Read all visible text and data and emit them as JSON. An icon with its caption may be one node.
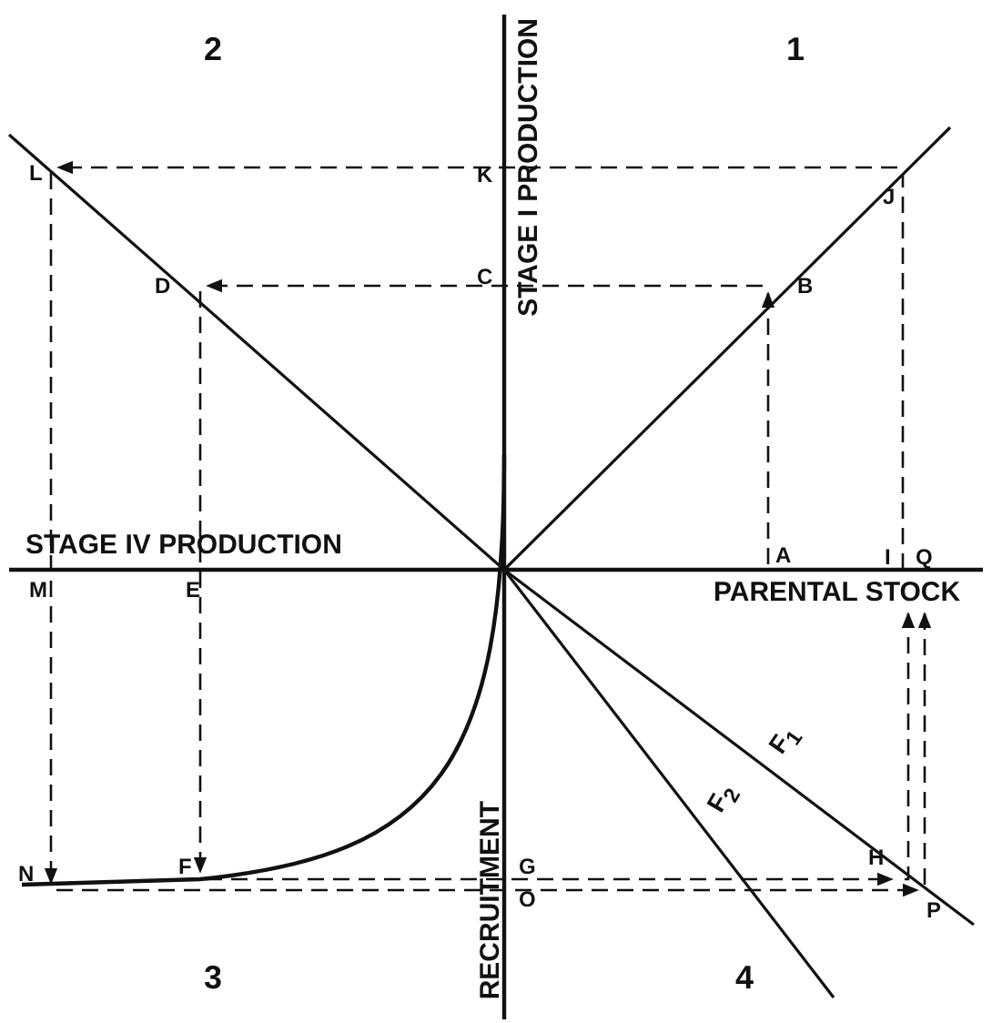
{
  "diagram": {
    "nodes": [
      {
        "text": [
          "L"
        ]
      },
      {
        "text": [
          "J"
        ]
      },
      {
        "text": [
          "D"
        ]
      },
      {
        "text": [
          "B"
        ]
      },
      {
        "text": [
          "A"
        ]
      },
      {
        "text": [
          "I"
        ]
      },
      {
        "text": [
          "Q"
        ]
      },
      {
        "text": [
          "N"
        ]
      },
      {
        "text": [
          "F"
        ]
      },
      {
        "text": [
          "H"
        ]
      },
      {
        "text": [
          "P"
        ]
      }
    ],
    "edges": [
      {
        "from": 4,
        "to": 3,
        "arrow": "to",
        "style": "dashed"
      },
      {
        "from": 3,
        "to": 2,
        "arrow": "to",
        "style": "dashed"
      },
      {
        "from": 2,
        "to": 8,
        "arrow": "to",
        "style": "dashed"
      },
      {
        "from": 8,
        "to": 9,
        "arrow": "to",
        "style": "dashed"
      },
      {
        "from": 9,
        "to": 5,
        "arrow": "to",
        "style": "dashed"
      },
      {
        "from": 5,
        "to": 1,
        "arrow": "none",
        "style": "dashed"
      },
      {
        "from": 1,
        "to": 0,
        "arrow": "to",
        "style": "dashed"
      },
      {
        "from": 0,
        "to": 7,
        "arrow": "to",
        "style": "dashed"
      },
      {
        "from": 7,
        "to": 10,
        "arrow": "to",
        "style": "dashed"
      },
      {
        "from": 10,
        "to": 6,
        "arrow": "to",
        "style": "dashed"
      }
    ],
    "labels": [
      "2",
      "1",
      "STAGE I PRODUCTION",
      "K",
      "C",
      "STAGE IV PRODUCTION",
      "M",
      "E",
      "PARENTAL STOCK",
      "F$_{1}$",
      "F$_{2}$",
      "G",
      "O",
      "3",
      "RECRUITMENT",
      "4"
    ]
  }
}
